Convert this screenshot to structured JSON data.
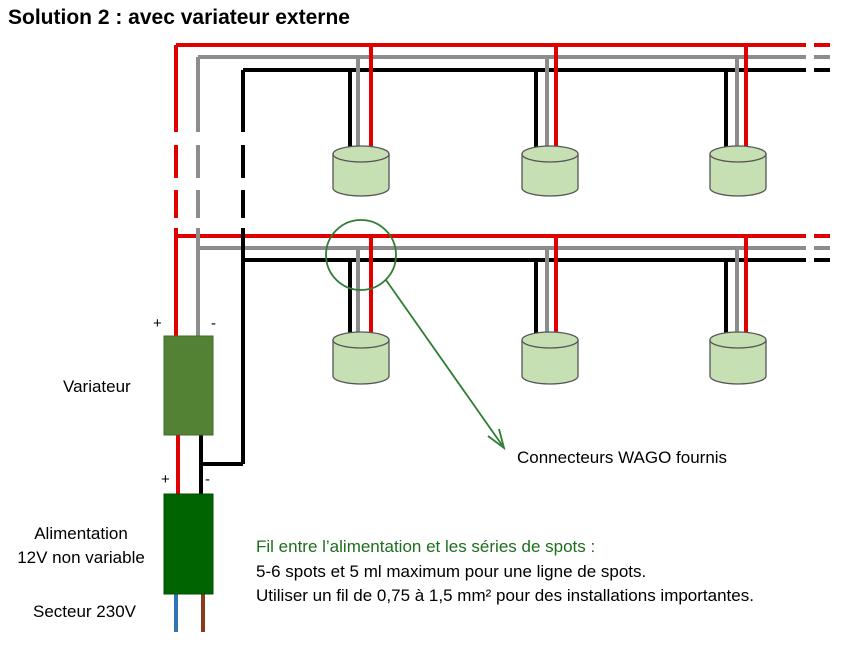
{
  "title": "Solution 2 : avec variateur externe",
  "components": {
    "dimmer": {
      "label": "Variateur",
      "plus": "+",
      "minus": "-",
      "color": "#548235"
    },
    "power_supply": {
      "label_line1": "Alimentation",
      "label_line2": "12V non variable",
      "plus": "+",
      "minus": "-",
      "color": "#006400"
    },
    "mains": {
      "label": "Secteur 230V"
    },
    "connector_callout": {
      "label": "Connecteurs WAGO fournis"
    }
  },
  "note": {
    "heading": "Fil entre l’alimentation et les séries de spots :",
    "line1": "5-6 spots et 5 ml maximum pour une ligne de spots.",
    "line2": "Utiliser un fil de 0,75 à 1,5 mm² pour des installations importantes."
  },
  "wire_colors": {
    "positive": "#e00000",
    "negative": "#8c8c8c",
    "dimmed_return": "#000000",
    "mains_live": "#8B3A1A",
    "mains_neutral": "#2e75b6"
  },
  "spot_color": "#c6e0b4",
  "highlight_color": "#2e7d32",
  "spot_rows": 2,
  "spots_per_row": 3
}
